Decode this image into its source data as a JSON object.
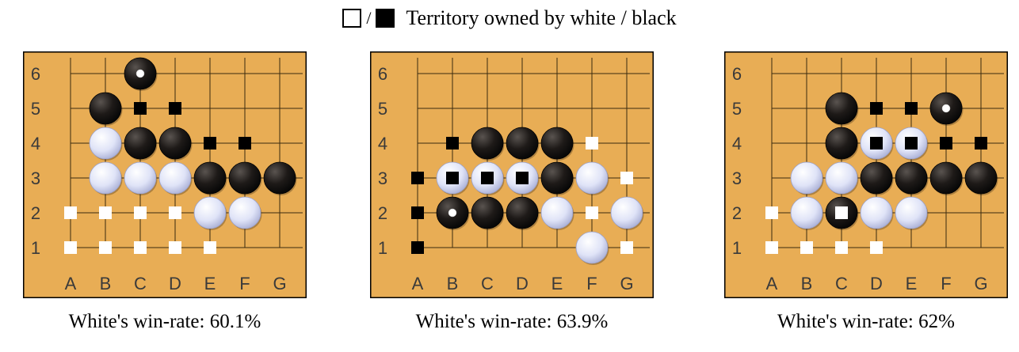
{
  "legend": {
    "white_square": "white-square-icon",
    "separator": "/",
    "black_square": "black-square-icon",
    "text": "Territory owned by white / black"
  },
  "colors": {
    "board": "#e8ad55",
    "grid": "#3a2a10",
    "coord": "#3a3a3a",
    "black_stone": "#1e1a18",
    "white_stone": "#dfe3f7",
    "territory_white": "#ffffff",
    "territory_black": "#000000"
  },
  "columns": [
    "A",
    "B",
    "C",
    "D",
    "E",
    "F",
    "G"
  ],
  "rows": [
    "1",
    "2",
    "3",
    "4",
    "5",
    "6"
  ],
  "boards": [
    {
      "caption": "White's win-rate: 60.1%",
      "black_stones": [
        "C6",
        "B5",
        "C4",
        "D4",
        "E3",
        "F3",
        "G3"
      ],
      "white_stones": [
        "B4",
        "B3",
        "C3",
        "D3",
        "E2",
        "F2"
      ],
      "last_move": "C6",
      "territory_black": [
        "C5",
        "D5",
        "E4",
        "F4"
      ],
      "territory_white": [
        "A2",
        "B2",
        "C2",
        "D2",
        "A1",
        "B1",
        "C1",
        "D1",
        "E1"
      ]
    },
    {
      "caption": "White's win-rate: 63.9%",
      "black_stones": [
        "C4",
        "D4",
        "E4",
        "E3",
        "B2",
        "C2",
        "D2"
      ],
      "white_stones": [
        "B3",
        "C3",
        "D3",
        "F3",
        "E2",
        "G2",
        "F1"
      ],
      "last_move": "B2",
      "territory_black": [
        "B4",
        "A3",
        "B3",
        "C3",
        "D3",
        "A2",
        "A1"
      ],
      "territory_white": [
        "F4",
        "G3",
        "F2",
        "G1"
      ]
    },
    {
      "caption": "White's win-rate: 62%",
      "black_stones": [
        "C5",
        "F5",
        "C4",
        "D3",
        "E3",
        "F3",
        "G3",
        "C2"
      ],
      "white_stones": [
        "D4",
        "E4",
        "B3",
        "C3",
        "B2",
        "D2",
        "E2"
      ],
      "last_move": "F5",
      "territory_black": [
        "D5",
        "E5",
        "D4",
        "E4",
        "F4",
        "G4"
      ],
      "territory_white": [
        "C2",
        "A2",
        "A1",
        "B1",
        "C1",
        "D1"
      ]
    }
  ]
}
